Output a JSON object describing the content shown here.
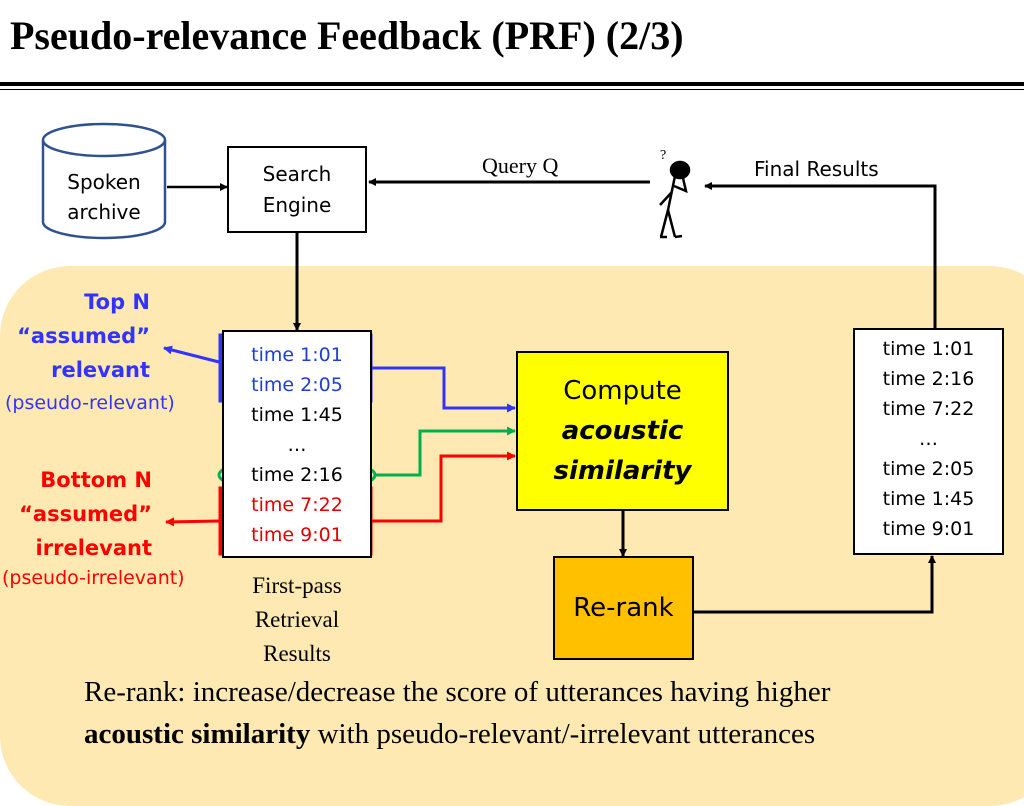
{
  "title": "Pseudo-relevance Feedback (PRF) (2/3)",
  "archive": {
    "line1": "Spoken",
    "line2": "archive"
  },
  "search_engine": {
    "line1": "Search",
    "line2": "Engine"
  },
  "query_label": "Query Q",
  "user_question_mark": "?",
  "final_results_label": "Final Results",
  "top_n": {
    "line1": "Top N",
    "line2": "“assumed”",
    "line3": "relevant",
    "line4": "(pseudo-relevant)"
  },
  "bottom_n": {
    "line1": "Bottom N",
    "line2": "“assumed”",
    "line3": "irrelevant",
    "line4": "(pseudo-irrelevant)"
  },
  "first_pass_list": [
    "time 1:01",
    "time 2:05",
    "time 1:45",
    "…",
    "time 2:16",
    "time 7:22",
    "time 9:01"
  ],
  "first_pass_caption": {
    "line1": "First-pass",
    "line2": "Retrieval",
    "line3": "Results"
  },
  "compute": {
    "line1": "Compute",
    "line2": "acoustic",
    "line3": "similarity"
  },
  "rerank_label": "Re-rank",
  "final_list": [
    "time 1:01",
    "time 2:16",
    "time 7:22",
    "…",
    "time 2:05",
    "time 1:45",
    "time 9:01"
  ],
  "footer": {
    "line1": "Re-rank: increase/decrease the score of utterances having higher",
    "line2_bold": "acoustic similarity",
    "line2_rest": " with pseudo-relevant/-irrelevant utterances"
  },
  "colors": {
    "panel": "#fde9b1",
    "compute_fill": "#ffff00",
    "rerank_fill": "#ffc000",
    "relevant": "#3333ff",
    "irrelevant": "#ff0000",
    "similar": "#00b050"
  }
}
